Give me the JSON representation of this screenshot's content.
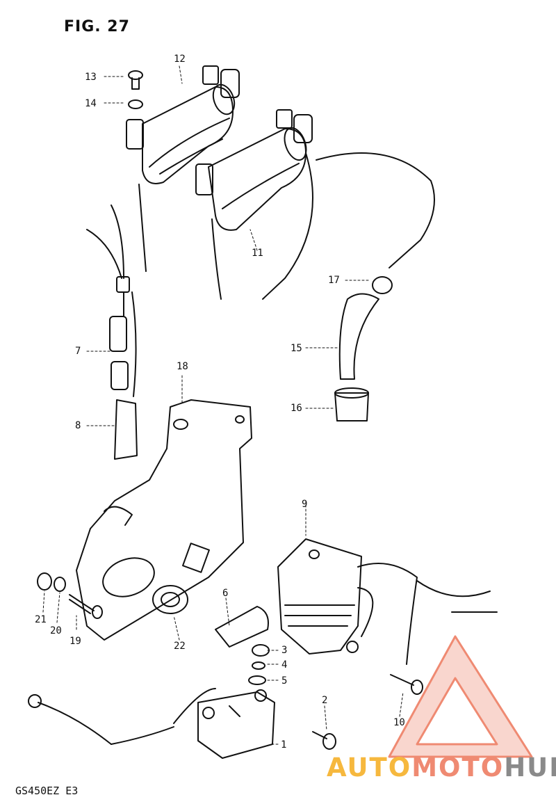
{
  "figure": {
    "title": "FIG. 27",
    "model": "GS450EZ E3"
  },
  "callouts": [
    {
      "id": "c1",
      "text": "1"
    },
    {
      "id": "c2",
      "text": "2"
    },
    {
      "id": "c3",
      "text": "3"
    },
    {
      "id": "c4",
      "text": "4"
    },
    {
      "id": "c5",
      "text": "5"
    },
    {
      "id": "c6",
      "text": "6"
    },
    {
      "id": "c7",
      "text": "7"
    },
    {
      "id": "c8",
      "text": "8"
    },
    {
      "id": "c9",
      "text": "9"
    },
    {
      "id": "c10",
      "text": "10"
    },
    {
      "id": "c11",
      "text": "11"
    },
    {
      "id": "c12",
      "text": "12"
    },
    {
      "id": "c13",
      "text": "13"
    },
    {
      "id": "c14",
      "text": "14"
    },
    {
      "id": "c15",
      "text": "15"
    },
    {
      "id": "c16",
      "text": "16"
    },
    {
      "id": "c17",
      "text": "17"
    },
    {
      "id": "c18",
      "text": "18"
    },
    {
      "id": "c19",
      "text": "19"
    },
    {
      "id": "c20",
      "text": "20"
    },
    {
      "id": "c21",
      "text": "21"
    },
    {
      "id": "c22",
      "text": "22"
    }
  ],
  "watermark": {
    "part1": "AUTO",
    "part2": "MOTO",
    "part3": "HUB",
    "colors": [
      "#f6b83e",
      "#ef8a72",
      "#8a8a8a"
    ]
  }
}
